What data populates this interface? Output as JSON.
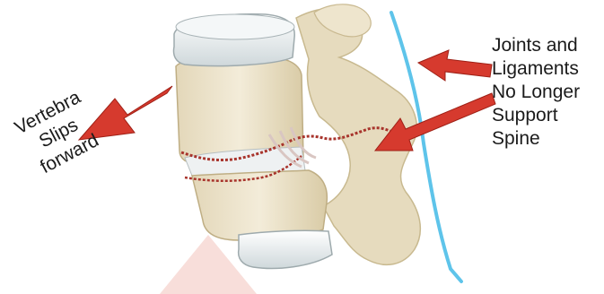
{
  "diagram": {
    "subject": "spondylolisthesis-vertebra-slip",
    "colors": {
      "bone": "#efe6cf",
      "bone_shade": "#d6c9a6",
      "disc": "#eef2f3",
      "fracture": "#a8342c",
      "arrow": "#d63a2e",
      "spine_line": "#5ec4ea",
      "watermark": "#f3d0cc"
    },
    "labels": {
      "left": [
        "Vertebra",
        "Slips",
        "forward"
      ],
      "right": [
        "Joints and",
        "Ligaments",
        "No Longer",
        "Support",
        "Spine"
      ]
    },
    "icons": {
      "left_arrow": "arrow-left-icon",
      "right_arrows": "arrow-pointer-icon"
    }
  }
}
